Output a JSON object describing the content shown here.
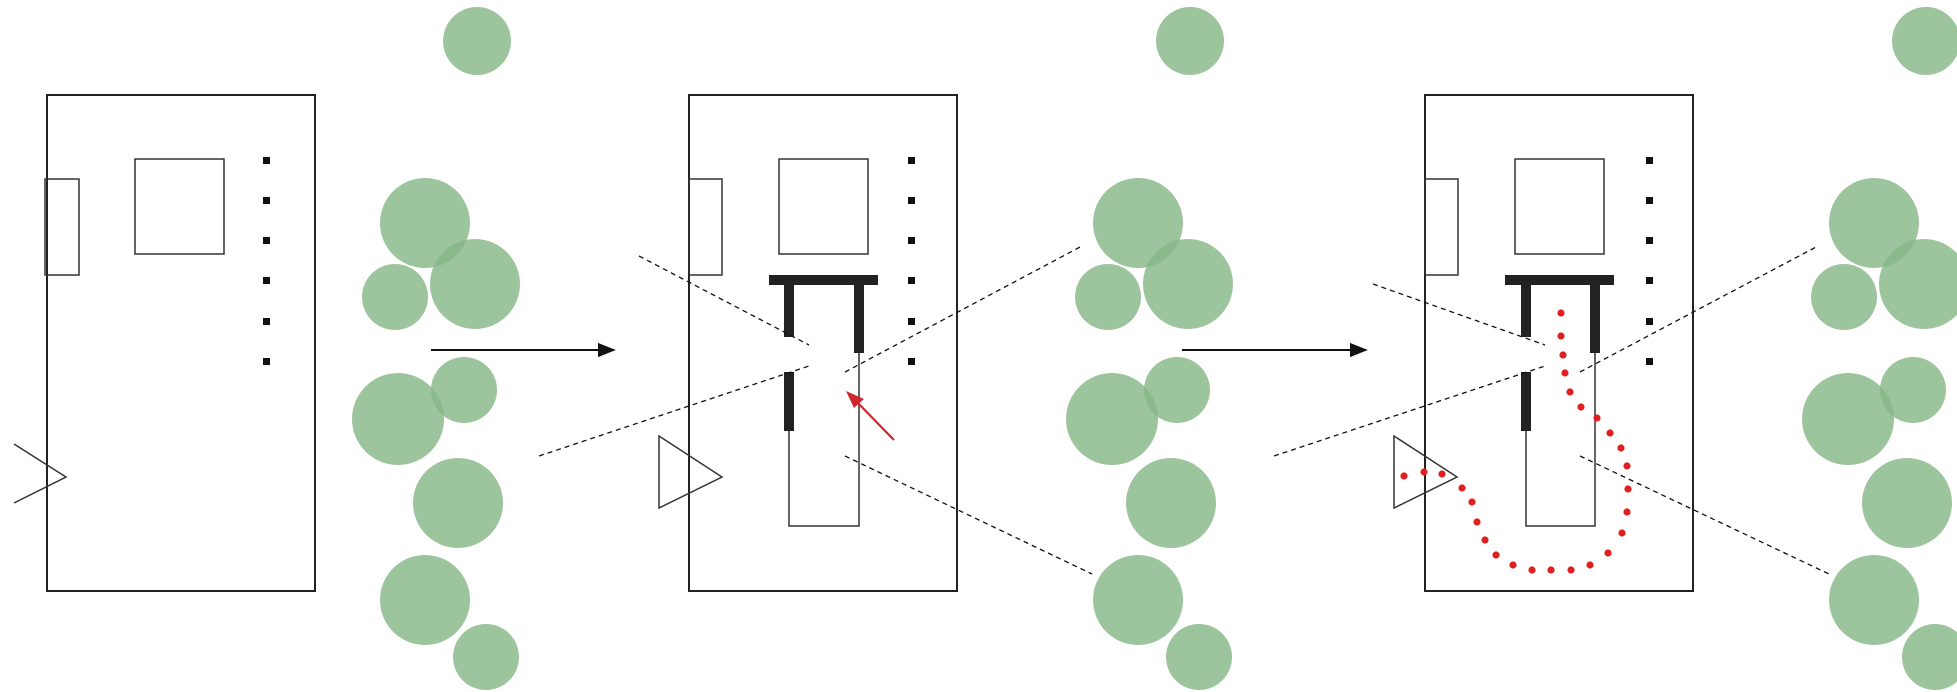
{
  "colors": {
    "tree": "#86b787",
    "ink": "#222222",
    "accent": "#e02020",
    "arrow_hint": "#d0262e"
  },
  "panels": [
    {
      "state": "original",
      "has_frame": false,
      "has_sightlines": false,
      "has_path": false,
      "has_hint_arrow": false
    },
    {
      "state": "frame-added",
      "has_frame": true,
      "has_sightlines": true,
      "has_path": false,
      "has_hint_arrow": true
    },
    {
      "state": "path-shown",
      "has_frame": true,
      "has_sightlines": true,
      "has_path": true,
      "has_hint_arrow": false
    }
  ],
  "transition_arrows": 2
}
